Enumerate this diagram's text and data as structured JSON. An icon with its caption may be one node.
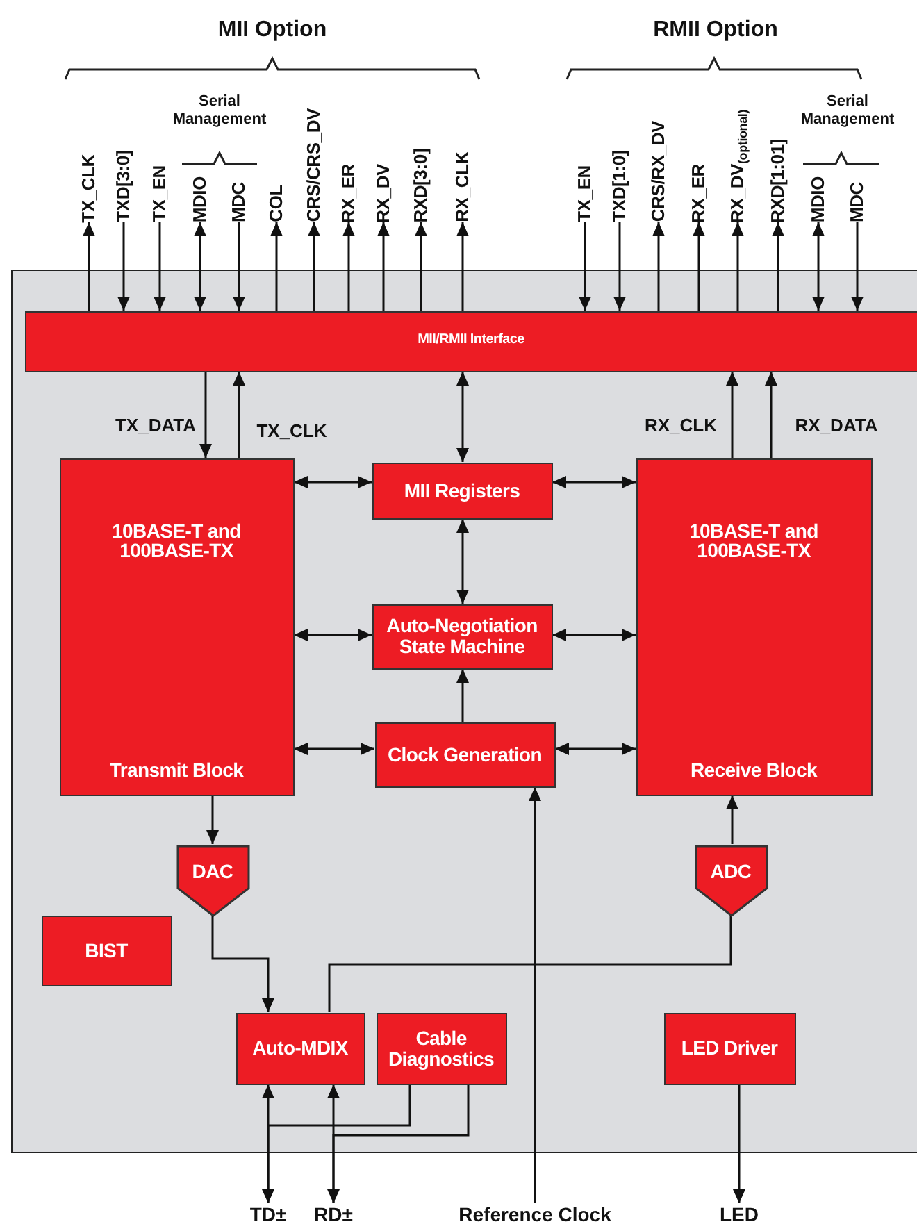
{
  "diagram": {
    "nodes": [
      {
        "text": [],
        "shape": "box"
      },
      {
        "text": [
          "MII/RMII Interface"
        ],
        "in": 0
      },
      {
        "text": [
          "10BASE-T and 100BASE-TX",
          "Transmit Block"
        ],
        "in": 0
      },
      {
        "text": [
          "MII Registers"
        ],
        "in": 0
      },
      {
        "text": [
          "Auto-Negotiation State Machine"
        ],
        "in": 0
      },
      {
        "text": [
          "Clock Generation"
        ],
        "in": 0
      },
      {
        "text": [
          "10BASE-T and 100BASE-TX",
          "Receive Block"
        ],
        "in": 0
      },
      {
        "text": [
          "DAC"
        ],
        "in": 0
      },
      {
        "text": [
          "ADC"
        ],
        "in": 0
      },
      {
        "text": [
          "BIST"
        ],
        "in": 0
      },
      {
        "text": [
          "Auto-MDIX"
        ],
        "in": 0
      },
      {
        "text": [
          "Cable Diagnostics"
        ],
        "in": 0
      },
      {
        "text": [
          "LED Driver"
        ],
        "in": 0
      },
      {
        "text": [
          "TX_CLK"
        ]
      },
      {
        "text": [
          "TXD[3:0]"
        ]
      },
      {
        "text": [
          "TX_EN"
        ]
      },
      {
        "text": [
          "MDIO"
        ]
      },
      {
        "text": [
          "MDC"
        ]
      },
      {
        "text": [
          "COL"
        ]
      },
      {
        "text": [
          "CRS/CRS_DV"
        ]
      },
      {
        "text": [
          "RX_ER"
        ]
      },
      {
        "text": [
          "RX_DV"
        ]
      },
      {
        "text": [
          "RXD[3:0]"
        ]
      },
      {
        "text": [
          "RX_CLK"
        ]
      },
      {
        "text": [
          "TX_EN"
        ]
      },
      {
        "text": [
          "TXD[1:0]"
        ]
      },
      {
        "text": [
          "CRS/RX_DV"
        ]
      },
      {
        "text": [
          "RX_ER"
        ]
      },
      {
        "text": [
          "RX_DV$_{(optional)}$"
        ]
      },
      {
        "text": [
          "RXD[1:01]"
        ]
      },
      {
        "text": [
          "MDIO"
        ]
      },
      {
        "text": [
          "MDC"
        ]
      },
      {
        "text": [
          "TD±"
        ]
      },
      {
        "text": [
          "RD±"
        ]
      },
      {
        "text": [
          "Reference Clock"
        ]
      },
      {
        "text": [
          "LED"
        ]
      }
    ],
    "edges": [
      {
        "from": 1,
        "to": 13,
        "arrow": "to"
      },
      {
        "from": 14,
        "to": 1,
        "arrow": "to"
      },
      {
        "from": 15,
        "to": 1,
        "arrow": "to"
      },
      {
        "from": 16,
        "to": 1,
        "arrow": "both"
      },
      {
        "from": 17,
        "to": 1,
        "arrow": "to"
      },
      {
        "from": 1,
        "to": 18,
        "arrow": "to"
      },
      {
        "from": 1,
        "to": 19,
        "arrow": "to"
      },
      {
        "from": 1,
        "to": 20,
        "arrow": "to"
      },
      {
        "from": 1,
        "to": 21,
        "arrow": "to"
      },
      {
        "from": 1,
        "to": 22,
        "arrow": "to"
      },
      {
        "from": 1,
        "to": 23,
        "arrow": "to"
      },
      {
        "from": 24,
        "to": 1,
        "arrow": "to"
      },
      {
        "from": 25,
        "to": 1,
        "arrow": "to"
      },
      {
        "from": 1,
        "to": 26,
        "arrow": "to"
      },
      {
        "from": 1,
        "to": 27,
        "arrow": "to"
      },
      {
        "from": 1,
        "to": 28,
        "arrow": "to"
      },
      {
        "from": 1,
        "to": 29,
        "arrow": "to"
      },
      {
        "from": 30,
        "to": 1,
        "arrow": "both"
      },
      {
        "from": 31,
        "to": 1,
        "arrow": "to"
      },
      {
        "from": 1,
        "to": 2,
        "arrow": "to",
        "label": "TX_DATA"
      },
      {
        "from": 2,
        "to": 1,
        "arrow": "to",
        "label": "TX_CLK"
      },
      {
        "from": 1,
        "to": 3,
        "arrow": "both"
      },
      {
        "from": 6,
        "to": 1,
        "arrow": "to",
        "label": "RX_CLK"
      },
      {
        "from": 6,
        "to": 1,
        "arrow": "to",
        "label": "RX_DATA"
      },
      {
        "from": 2,
        "to": 3,
        "arrow": "both"
      },
      {
        "from": 3,
        "to": 6,
        "arrow": "both"
      },
      {
        "from": 3,
        "to": 4,
        "arrow": "both"
      },
      {
        "from": 2,
        "to": 4,
        "arrow": "both"
      },
      {
        "from": 4,
        "to": 6,
        "arrow": "both"
      },
      {
        "from": 5,
        "to": 4,
        "arrow": "to"
      },
      {
        "from": 2,
        "to": 5,
        "arrow": "both"
      },
      {
        "from": 5,
        "to": 6,
        "arrow": "both"
      },
      {
        "from": 2,
        "to": 7,
        "arrow": "to"
      },
      {
        "from": 8,
        "to": 6,
        "arrow": "to"
      },
      {
        "from": 7,
        "to": 10,
        "arrow": "to"
      },
      {
        "from": 10,
        "to": 8,
        "arrow": "none"
      },
      {
        "from": 10,
        "to": 32,
        "arrow": "both"
      },
      {
        "from": 10,
        "to": 33,
        "arrow": "both"
      },
      {
        "from": 11,
        "to": 32,
        "arrow": "none"
      },
      {
        "from": 11,
        "to": 33,
        "arrow": "none"
      },
      {
        "from": 34,
        "to": 5,
        "arrow": "to"
      },
      {
        "from": 12,
        "to": 35,
        "arrow": "to"
      }
    ],
    "labels": [
      "MII Option",
      "Serial Management",
      "RMII Option",
      "Serial Management"
    ]
  }
}
